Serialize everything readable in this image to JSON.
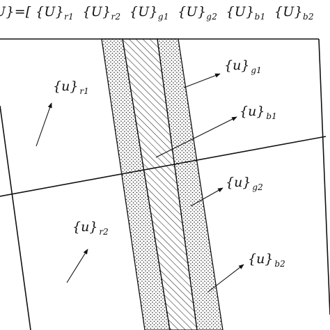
{
  "equation": {
    "text": "U}=[{U}r1 {U}r2 {U}g1 {U}g2 {U}b1 {U}b2",
    "parts": [
      {
        "main": "U}=[ {U}",
        "sub": "r1"
      },
      {
        "main": "{U}",
        "sub": "r2"
      },
      {
        "main": "{U}",
        "sub": "g1"
      },
      {
        "main": "{U}",
        "sub": "g2"
      },
      {
        "main": "{U}",
        "sub": "b1"
      },
      {
        "main": "{U}",
        "sub": "b2"
      }
    ]
  },
  "labels": {
    "r1": {
      "main": "{u}",
      "sub": "r1"
    },
    "r2": {
      "main": "{u}",
      "sub": "r2"
    },
    "g1": {
      "main": "{u}",
      "sub": "g1"
    },
    "g2": {
      "main": "{u}",
      "sub": "g2"
    },
    "b1": {
      "main": "{u}",
      "sub": "b1"
    },
    "b2": {
      "main": "{u}",
      "sub": "b2"
    }
  },
  "colors": {
    "ink": "#111111",
    "background": "#ffffff"
  }
}
